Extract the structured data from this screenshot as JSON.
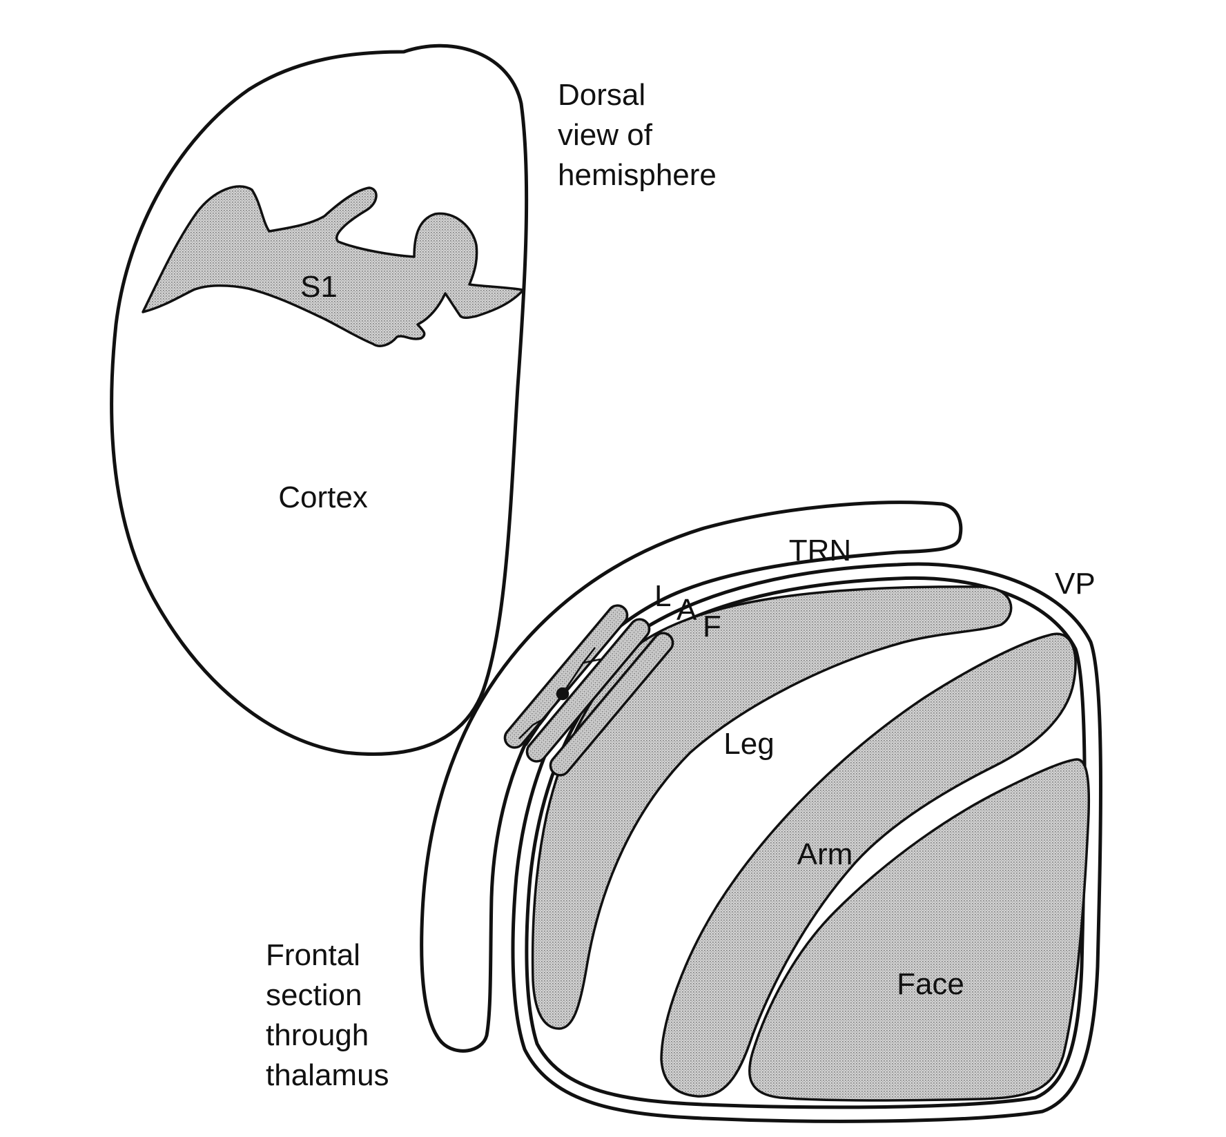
{
  "dorsal_caption": [
    "Dorsal",
    "view of",
    "hemisphere"
  ],
  "frontal_caption": [
    "Frontal",
    "section",
    "through",
    "thalamus"
  ],
  "labels": {
    "s1": "S1",
    "cortex": "Cortex",
    "trn": "TRN",
    "vp": "VP",
    "l": "L",
    "a": "A",
    "f": "F",
    "leg": "Leg",
    "arm": "Arm",
    "face": "Face"
  },
  "colors": {
    "outline": "#111111",
    "shading": "#c8c8c8",
    "background": "#ffffff"
  }
}
